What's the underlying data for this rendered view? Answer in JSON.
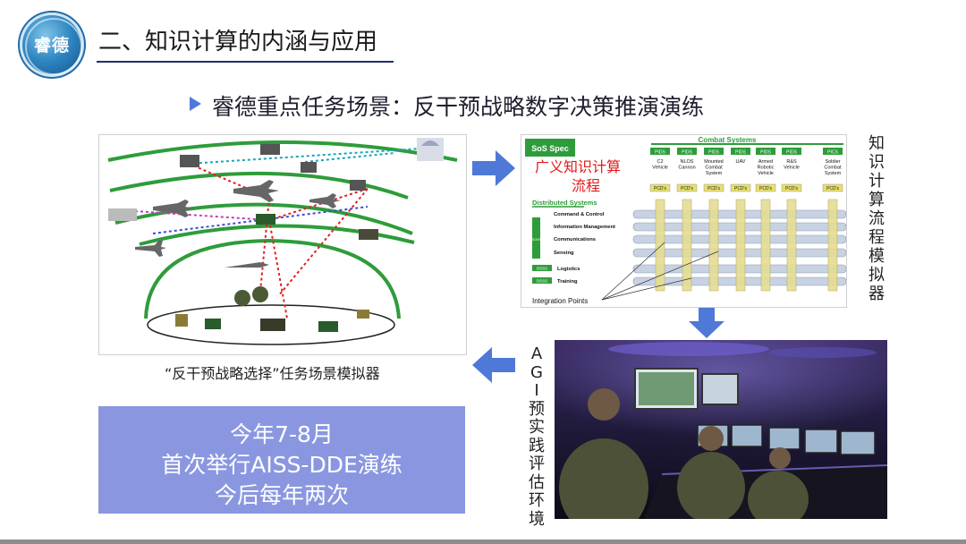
{
  "header": {
    "logo_text": "睿德",
    "title": "二、知识计算的内涵与应用"
  },
  "subtitle": "睿德重点任务场景：反干预战略数字决策推演演练",
  "left_panel": {
    "caption": "“反干预战略选择”任务场景模拟器"
  },
  "right_panel": {
    "label_chars": [
      "知",
      "识",
      "计",
      "算",
      "流",
      "程",
      "模",
      "拟",
      "器"
    ],
    "sos_label": "SoS Spec",
    "overlay_title_1": "广义知识计算",
    "overlay_title_2": "流程",
    "combat_systems_label": "Combat Systems",
    "pids_badges": [
      "PIDS",
      "PIDS",
      "PIDS",
      "PIDS",
      "PIDS",
      "PIDS",
      "PICS"
    ],
    "combat_columns": [
      "C2 Vehicle",
      "NLOS Cannon",
      "Mounted Combat System",
      "UAV",
      "Armed Robotic Vehicle",
      "R&S Vehicle",
      "Soldier Combat System"
    ],
    "pcd_badges": [
      "PCD's",
      "PCD's",
      "PCD's",
      "PCD's",
      "PCD's",
      "PCD's",
      "PCD's"
    ],
    "distributed_label": "Distributed Systems",
    "distributed_rows": [
      "Command & Control",
      "Information Management",
      "Communications",
      "Sensing",
      "Logistics",
      "Training"
    ],
    "side_tags": [
      "SOSS",
      "DSSS",
      "DSSS"
    ],
    "integration_label": "Integration Points"
  },
  "agi_panel": {
    "label_chars": [
      "A",
      "G",
      "I",
      "预",
      "实",
      "践",
      "评",
      "估",
      "环",
      "境"
    ]
  },
  "info_box": {
    "line1": "今年7-8月",
    "line2": "首次举行AISS-DDE演练",
    "line3": "今后每年两次"
  },
  "colors": {
    "accent_blue": "#4f79d9",
    "box_purple": "#8a97e0",
    "title_rule": "#1f2f6f",
    "diagram_green": "#2e9c3a"
  }
}
